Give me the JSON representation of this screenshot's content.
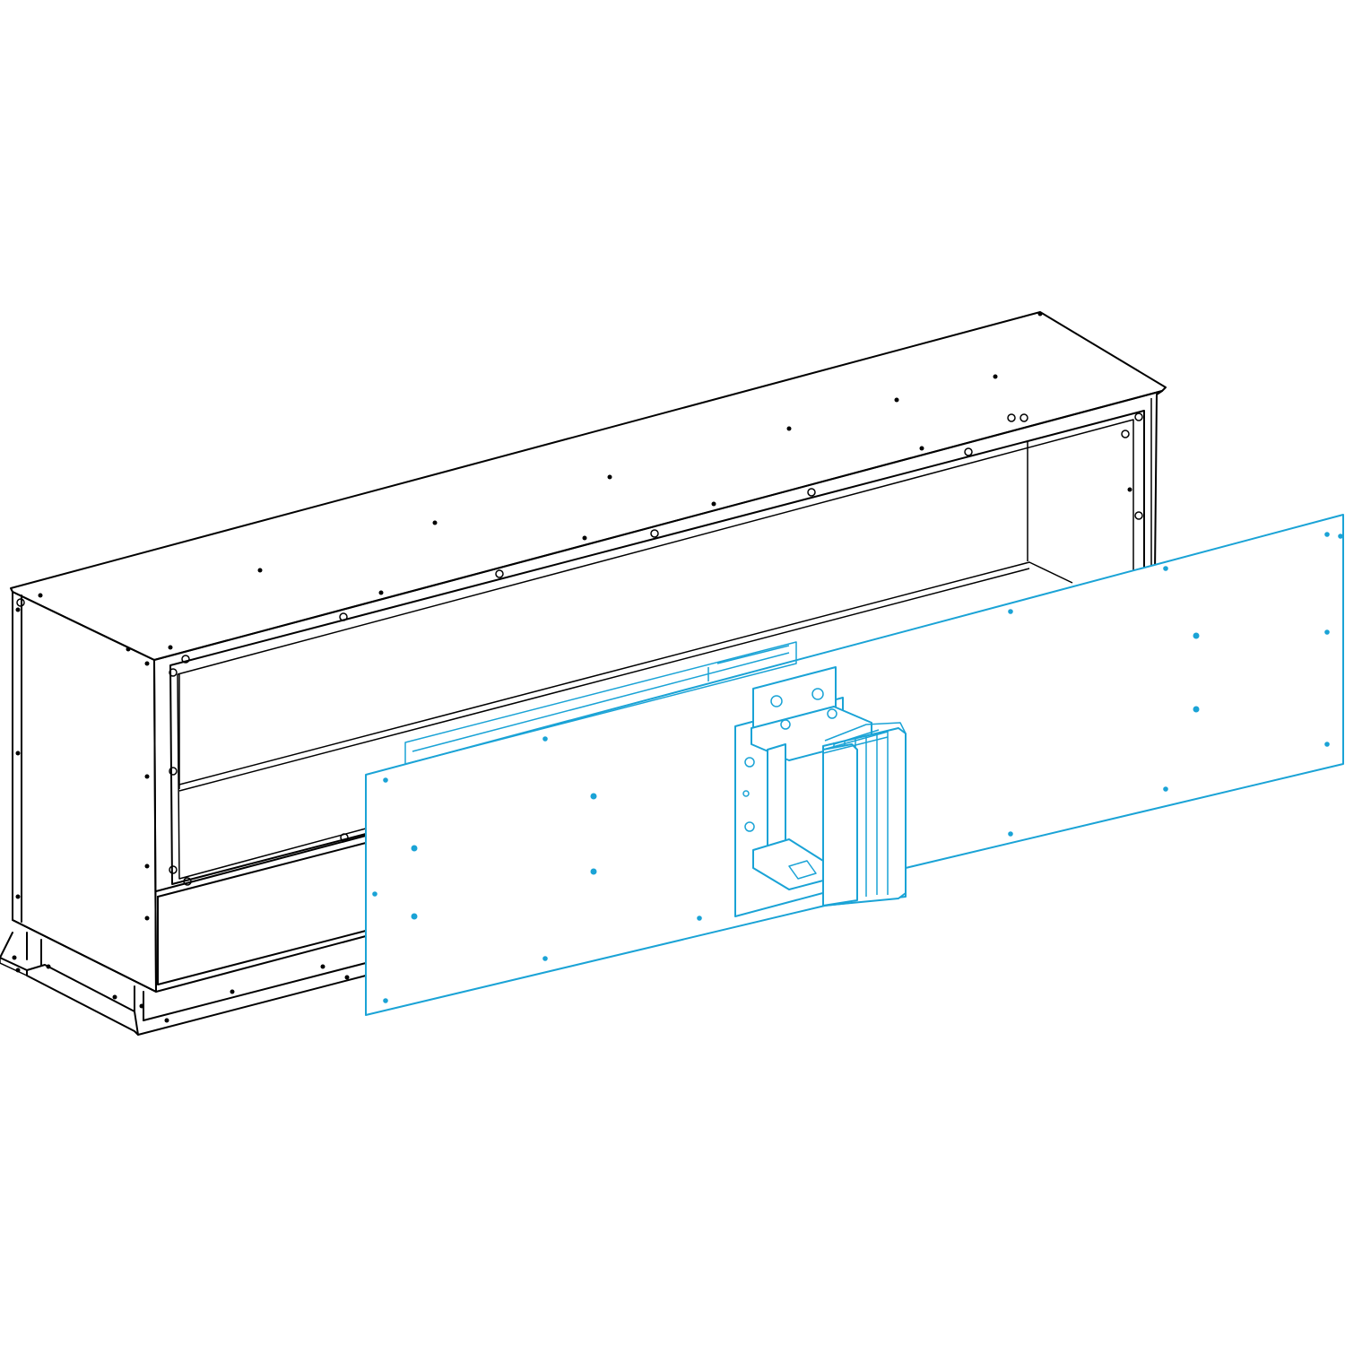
{
  "drawing": {
    "colors": {
      "enclosure_line": "#000000",
      "panel_line": "#1aa3d6",
      "background": "#ffffff"
    },
    "parts": [
      "enclosure",
      "base-flange",
      "front-cover-plate",
      "busbar-connector"
    ]
  }
}
